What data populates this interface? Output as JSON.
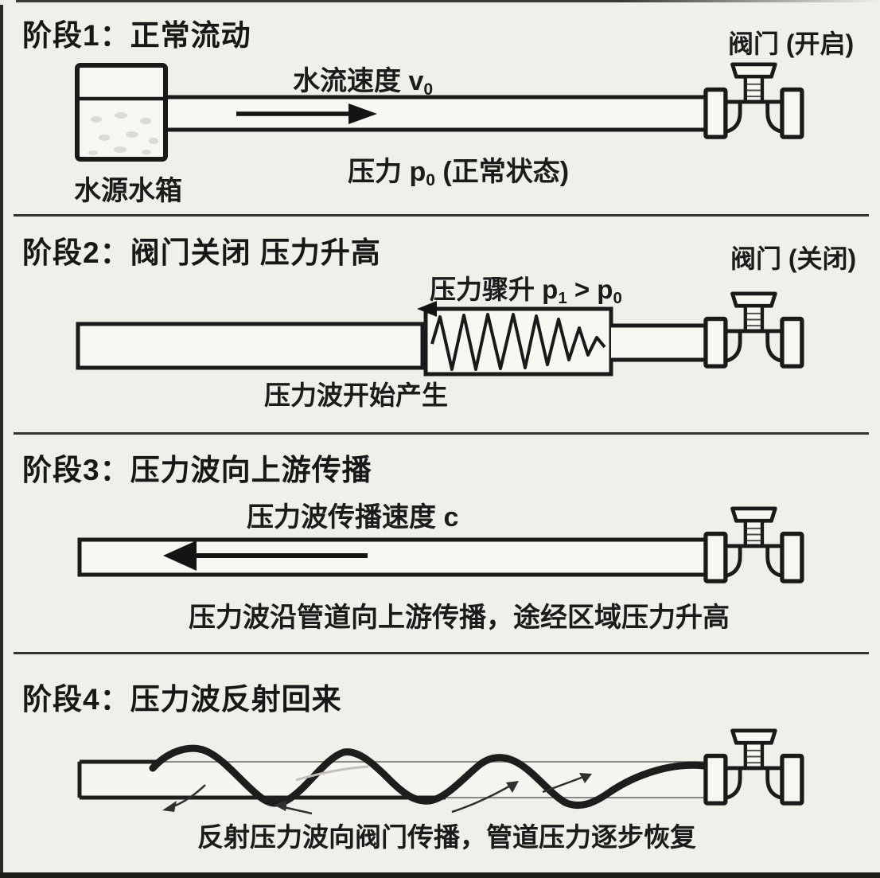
{
  "page": {
    "background": "#f1efe9",
    "ink": "#1c1c1c",
    "pipe_fill": "#f8f7f2"
  },
  "stages": [
    {
      "title": "阶段1：正常流动",
      "tank_label": "水源水箱",
      "flow_label_pre": "水流速度 v",
      "flow_label_sub": "0",
      "pressure_label_pre": "压力 p",
      "pressure_label_sub": "0",
      "pressure_label_post": " (正常状态)",
      "valve_label": "阀门 (开启)"
    },
    {
      "title": "阶段2：阀门关闭 压力升高",
      "surge_label_pre": "压力骤升 p",
      "surge_label_sub1": "1",
      "surge_label_mid": " > p",
      "surge_label_sub0": "0",
      "valve_label": "阀门 (关闭)",
      "caption": "压力波开始产生"
    },
    {
      "title": "阶段3：压力波向上游传播",
      "speed_label": "压力波传播速度 c",
      "caption": "压力波沿管道向上游传播，途经区域压力升高"
    },
    {
      "title": "阶段4：压力波反射回来",
      "caption": "反射压力波向阀门传播，管道压力逐步恢复"
    }
  ]
}
